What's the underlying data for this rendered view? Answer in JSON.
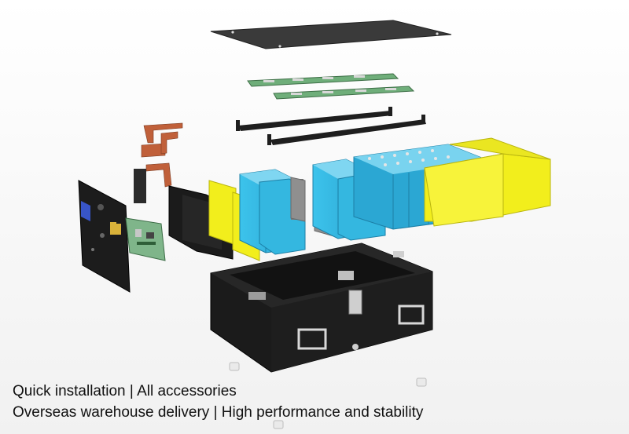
{
  "image": {
    "subject": "exploded-view-battery-pack",
    "colors": {
      "background": "#ffffff",
      "case": "#1b1b1b",
      "cell_blue": "#31b4de",
      "separator_yellow": "#f2ee1c",
      "busbar_copper": "#c0603a",
      "pcb_green": "#6fae7a",
      "separator_grey": "#8f8f8f"
    }
  },
  "caption": {
    "line1": "Quick installation | All accessories",
    "line2": "Overseas warehouse delivery | High performance and stability"
  }
}
